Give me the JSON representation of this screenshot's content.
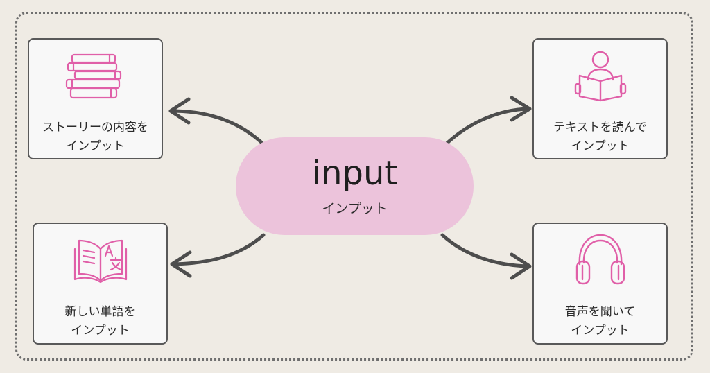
{
  "center": {
    "title": "input",
    "subtitle": "インプット"
  },
  "cards": [
    {
      "icon": "books-stack-icon",
      "line1": "ストーリーの内容を",
      "line2": "インプット"
    },
    {
      "icon": "person-reading-icon",
      "line1": "テキストを読んで",
      "line2": "インプット"
    },
    {
      "icon": "translation-book-icon",
      "line1": "新しい単語を",
      "line2": "インプット"
    },
    {
      "icon": "headphones-icon",
      "line1": "音声を聞いて",
      "line2": "インプット"
    }
  ],
  "colors": {
    "background": "#efebe4",
    "pill": "#ecc3db",
    "icon_accent": "#e05fa8",
    "arrow": "#4d4d4d",
    "card_border": "#595959"
  }
}
